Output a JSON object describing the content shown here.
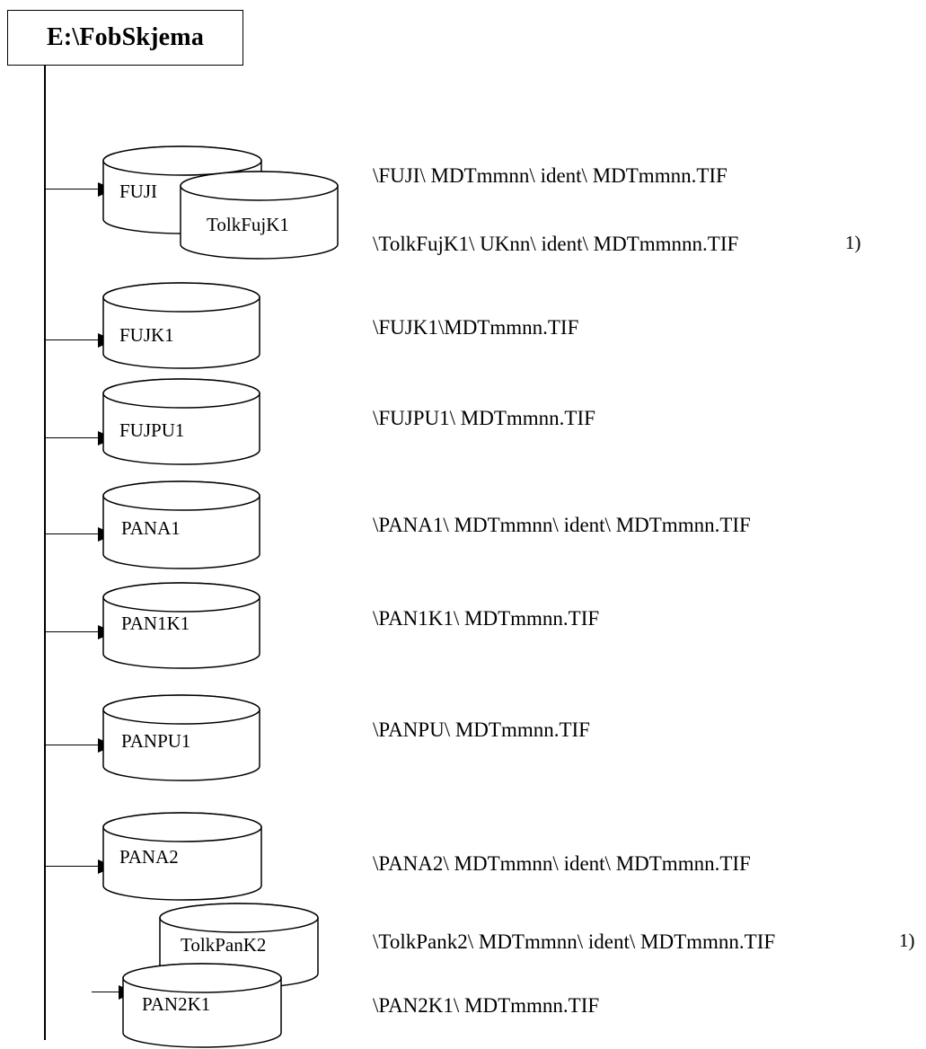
{
  "root": {
    "title": "E:\\FobSkjema"
  },
  "drives": [
    {
      "id": "fuji",
      "label": "FUJI",
      "paths": [
        "\\FUJI\\ MDTmmnn\\ ident\\ MDTmmnn.TIF"
      ]
    },
    {
      "id": "tolkfujk1",
      "label": "TolkFujK1",
      "paths": [
        "\\TolkFujK1\\ UKnn\\ ident\\ MDTmmnnn.TIF"
      ],
      "note": "1)"
    },
    {
      "id": "fujk1",
      "label": "FUJK1",
      "paths": [
        "\\FUJK1\\MDTmmnn.TIF"
      ]
    },
    {
      "id": "fujpu1",
      "label": "FUJPU1",
      "paths": [
        "\\FUJPU1\\ MDTmmnn.TIF"
      ]
    },
    {
      "id": "pana1",
      "label": "PANA1",
      "paths": [
        "\\PANA1\\ MDTmmnn\\ ident\\ MDTmmnn.TIF"
      ]
    },
    {
      "id": "pan1k1",
      "label": "PAN1K1",
      "paths": [
        "\\PAN1K1\\ MDTmmnn.TIF"
      ]
    },
    {
      "id": "panpu1",
      "label": "PANPU1",
      "paths": [
        "\\PANPU\\ MDTmmnn.TIF"
      ]
    },
    {
      "id": "pana2",
      "label": "PANA2",
      "paths": [
        "\\PANA2\\ MDTmmnn\\ ident\\ MDTmmnn.TIF"
      ]
    },
    {
      "id": "tolkpank2",
      "label": "TolkPanK2",
      "paths": [
        "\\TolkPank2\\ MDTmmnn\\ ident\\ MDTmmnn.TIF"
      ],
      "note": "1)"
    },
    {
      "id": "pan2k1",
      "label": "PAN2K1",
      "paths": [
        "\\PAN2K1\\ MDTmmnn.TIF"
      ]
    }
  ]
}
